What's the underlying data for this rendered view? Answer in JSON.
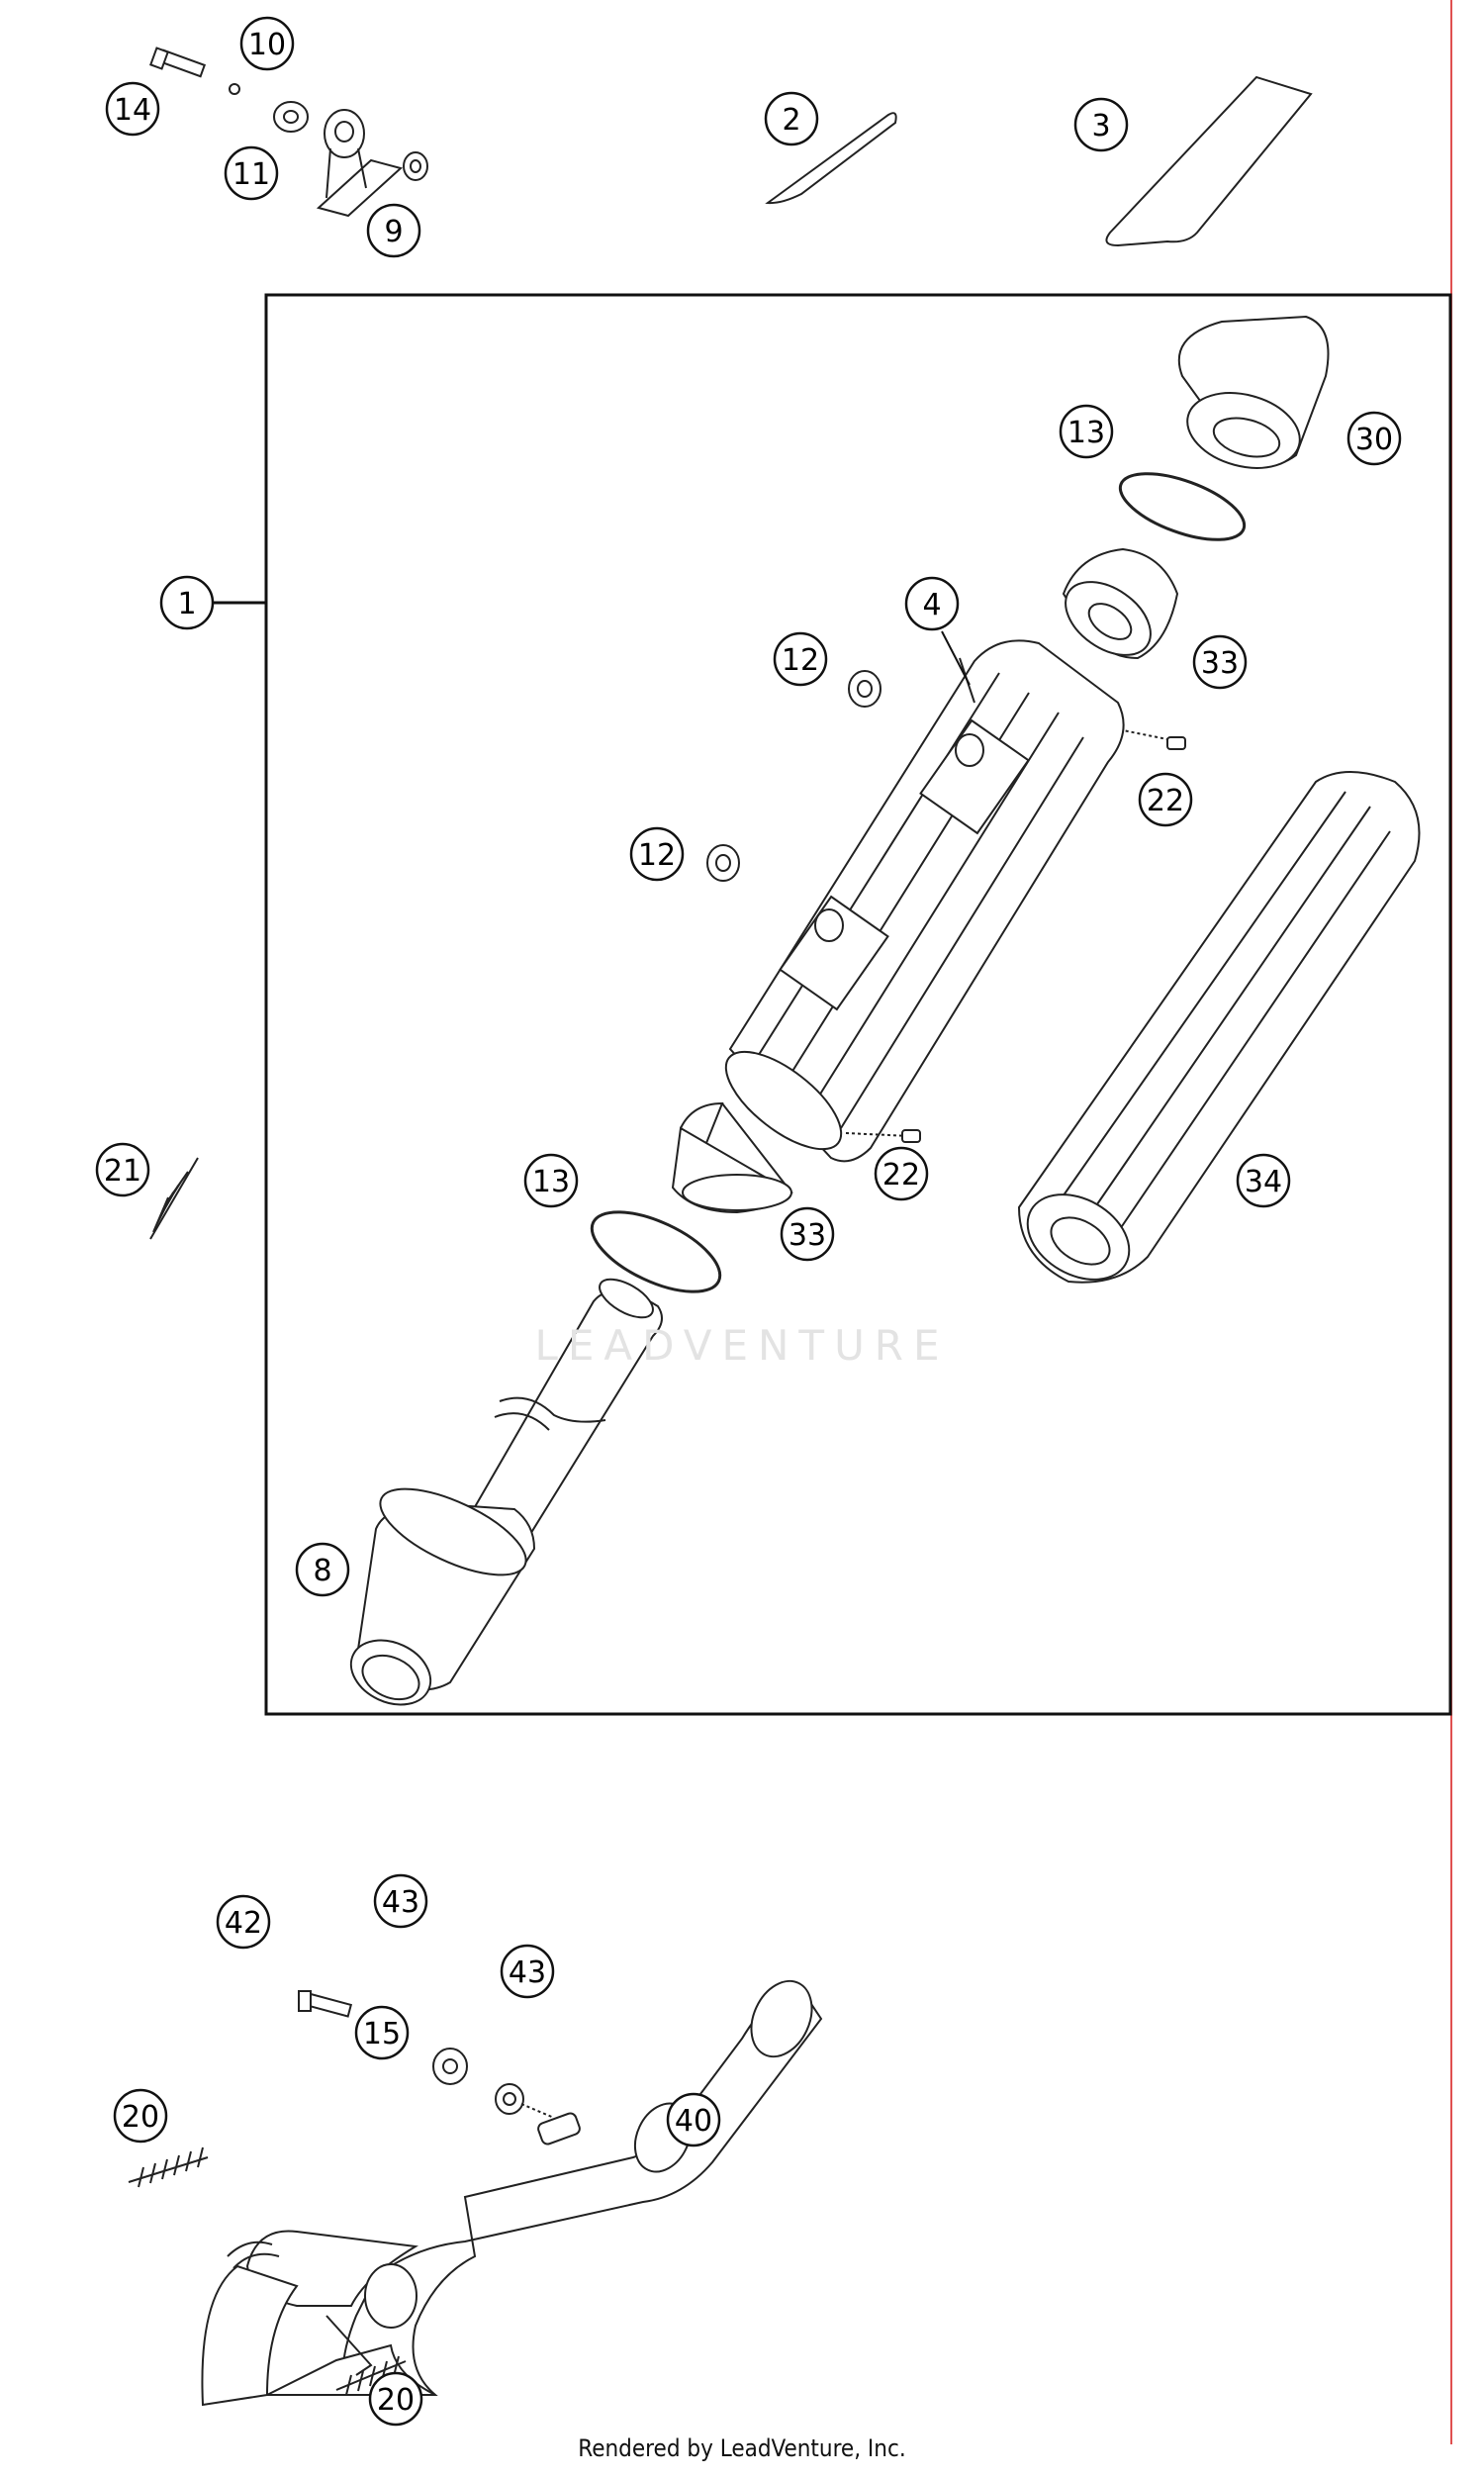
{
  "diagram": {
    "callouts": [
      {
        "id": "c14",
        "label": "14"
      },
      {
        "id": "c10",
        "label": "10"
      },
      {
        "id": "c11",
        "label": "11"
      },
      {
        "id": "c9",
        "label": "9"
      },
      {
        "id": "c2",
        "label": "2"
      },
      {
        "id": "c3",
        "label": "3"
      },
      {
        "id": "c1",
        "label": "1"
      },
      {
        "id": "c13a",
        "label": "13"
      },
      {
        "id": "c30",
        "label": "30"
      },
      {
        "id": "c4",
        "label": "4"
      },
      {
        "id": "c12a",
        "label": "12"
      },
      {
        "id": "c33a",
        "label": "33"
      },
      {
        "id": "c22a",
        "label": "22"
      },
      {
        "id": "c12b",
        "label": "12"
      },
      {
        "id": "c21",
        "label": "21"
      },
      {
        "id": "c13b",
        "label": "13"
      },
      {
        "id": "c22b",
        "label": "22"
      },
      {
        "id": "c33b",
        "label": "33"
      },
      {
        "id": "c34",
        "label": "34"
      },
      {
        "id": "c8",
        "label": "8"
      },
      {
        "id": "c42",
        "label": "42"
      },
      {
        "id": "c43a",
        "label": "43"
      },
      {
        "id": "c43b",
        "label": "43"
      },
      {
        "id": "c15",
        "label": "15"
      },
      {
        "id": "c40",
        "label": "40"
      },
      {
        "id": "c20a",
        "label": "20"
      },
      {
        "id": "c20b",
        "label": "20"
      }
    ],
    "watermark": "LEADVENTURE",
    "footer": "Rendered by LeadVenture, Inc."
  }
}
